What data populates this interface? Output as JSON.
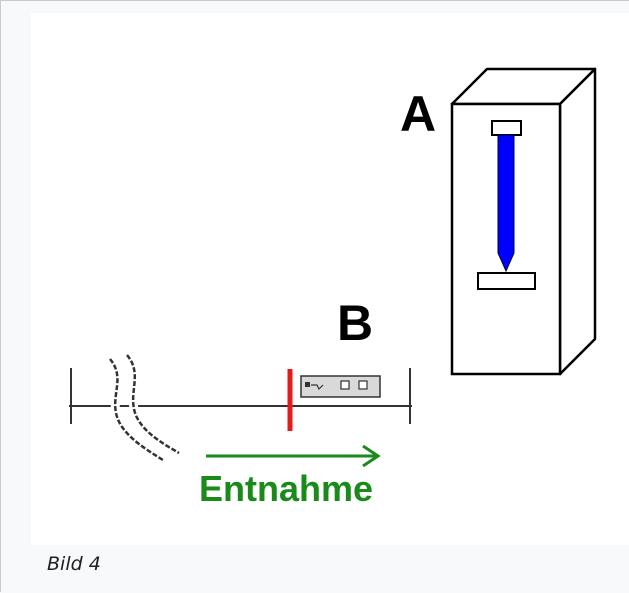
{
  "labels": {
    "a": "A",
    "b": "B",
    "direction": "Entnahme"
  },
  "caption": "Bild 4",
  "colors": {
    "rod": "#0000ff",
    "marker": "#e31b1b",
    "arrow": "#1a8a1a"
  }
}
